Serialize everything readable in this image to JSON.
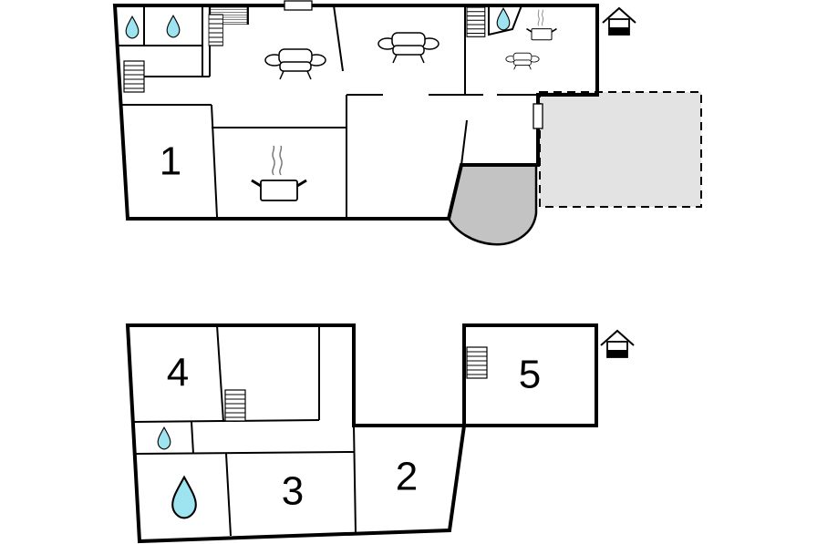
{
  "floor_plans": [
    {
      "rooms": [
        {
          "number": "1"
        }
      ]
    },
    {
      "rooms": [
        {
          "number": "4"
        },
        {
          "number": "5"
        },
        {
          "number": "3"
        },
        {
          "number": "2"
        }
      ]
    }
  ],
  "colors": {
    "walls": "#000000",
    "water": "#9ee3f0",
    "terrace": "#e3e3e3",
    "bay": "#c3c3c3",
    "background": "#ffffff"
  },
  "icons": [
    "water-drop-icon",
    "stairs-icon",
    "sofa-icon",
    "cooking-pot-icon",
    "house-entrance-icon",
    "door-icon"
  ]
}
